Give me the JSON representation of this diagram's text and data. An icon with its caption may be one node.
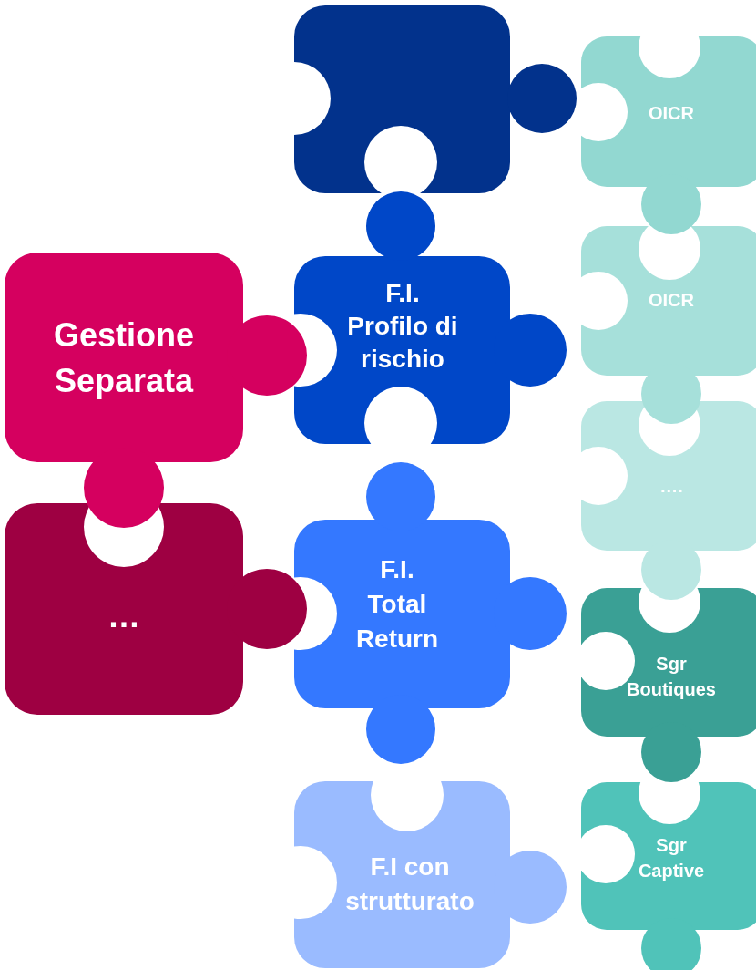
{
  "diagram": {
    "nodes": [
      {
        "text": [
          "Gestione Separata"
        ]
      },
      {
        "text": [
          "…"
        ]
      },
      {
        "text": [],
        "shape": "box"
      },
      {
        "text": [
          "F.I. Profilo di rischio"
        ]
      },
      {
        "text": [
          "F.I. Total Return"
        ]
      },
      {
        "text": [
          "F.I con strutturato"
        ]
      },
      {
        "text": [
          "OICR"
        ]
      },
      {
        "text": [
          "OICR"
        ]
      },
      {
        "text": [
          "…."
        ]
      },
      {
        "text": [
          "Sgr Boutiques"
        ]
      },
      {
        "text": [
          "Sgr Captive"
        ]
      }
    ]
  }
}
